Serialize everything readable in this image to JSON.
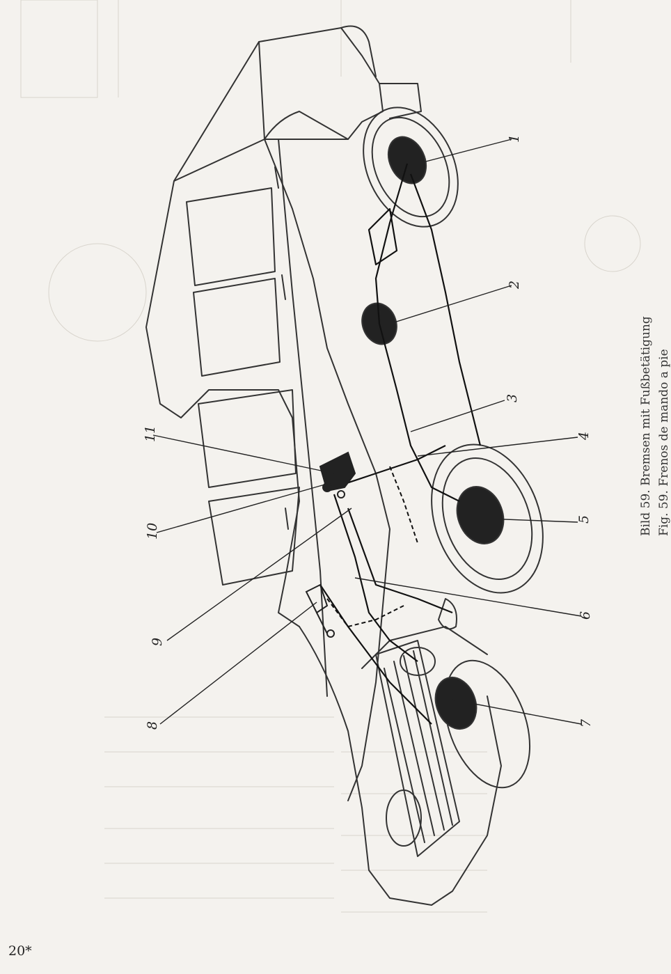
{
  "figure": {
    "caption_de": "Bild 59. Bremsen mit Fußbetätigung",
    "caption_es": "Fig. 59. Frenos de mando a pie"
  },
  "callouts": [
    {
      "id": "1",
      "label": "1"
    },
    {
      "id": "2",
      "label": "2"
    },
    {
      "id": "3",
      "label": "3"
    },
    {
      "id": "4",
      "label": "4"
    },
    {
      "id": "5",
      "label": "5"
    },
    {
      "id": "6",
      "label": "6"
    },
    {
      "id": "7",
      "label": "7"
    },
    {
      "id": "8",
      "label": "8"
    },
    {
      "id": "9",
      "label": "9"
    },
    {
      "id": "10",
      "label": "10"
    },
    {
      "id": "11",
      "label": "11"
    }
  ],
  "page": {
    "number": "20*"
  }
}
